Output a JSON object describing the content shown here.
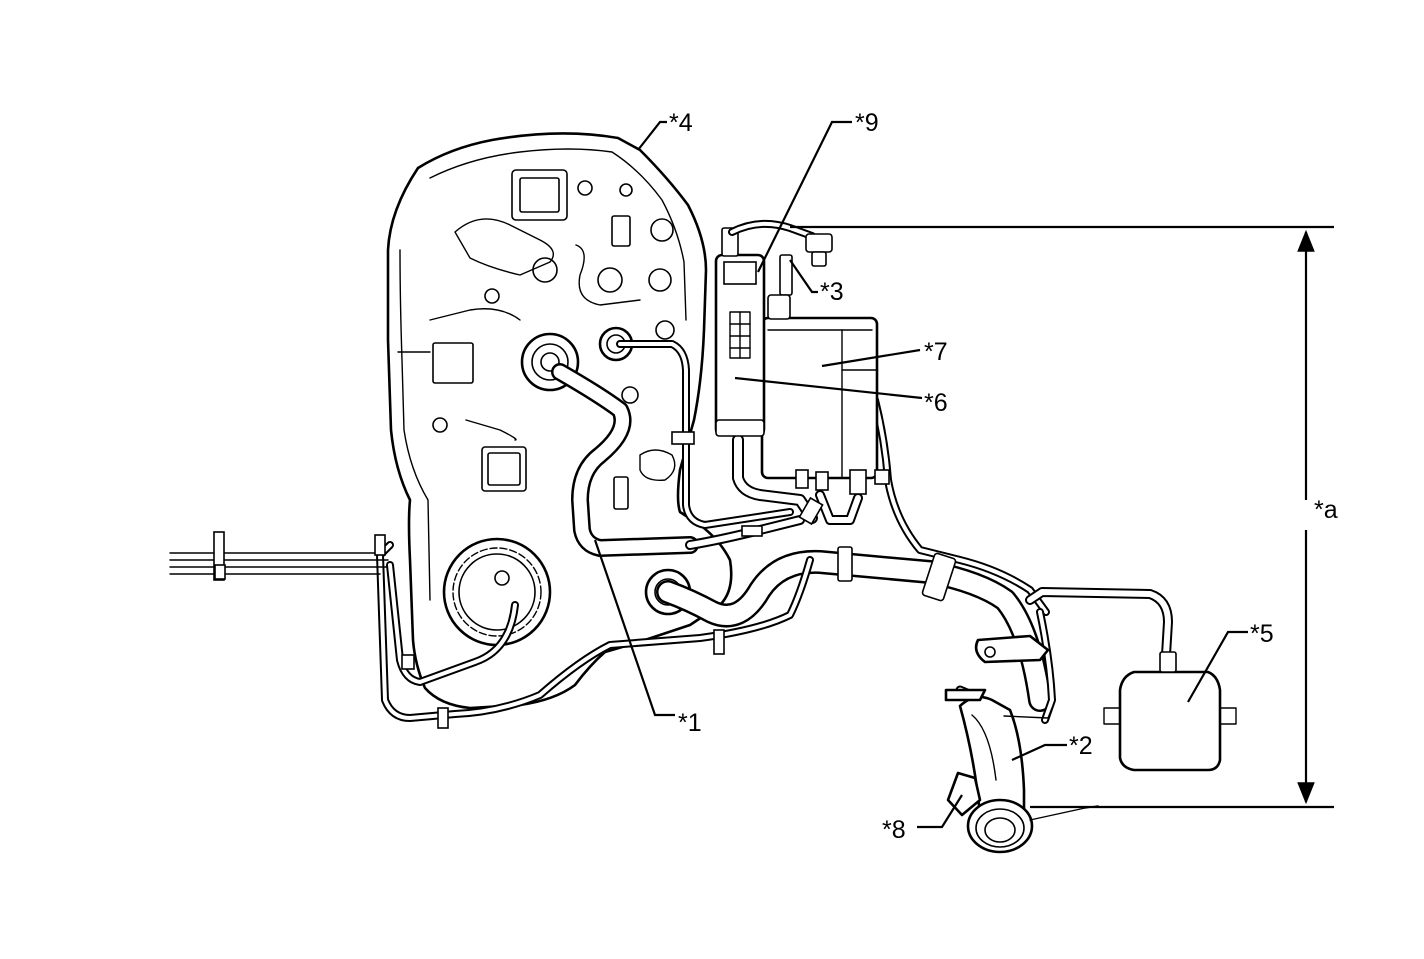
{
  "diagram": {
    "callouts": {
      "c1": "*1",
      "c2": "*2",
      "c3": "*3",
      "c4": "*4",
      "c5": "*5",
      "c6": "*6",
      "c7": "*7",
      "c8": "*8",
      "c9": "*9",
      "ca": "*a"
    }
  }
}
